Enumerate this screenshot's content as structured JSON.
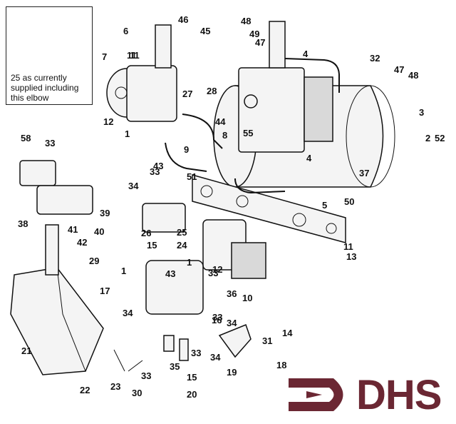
{
  "inset": {
    "note": "25 as currently supplied including this elbow"
  },
  "logo": {
    "text": "DHS",
    "color": "#6b2733"
  },
  "callouts": [
    "1",
    "1",
    "1",
    "2",
    "3",
    "4",
    "4",
    "5",
    "6",
    "7",
    "8",
    "9",
    "10",
    "11",
    "11",
    "11",
    "12",
    "12",
    "13",
    "14",
    "15",
    "15",
    "16",
    "17",
    "18",
    "19",
    "20",
    "21",
    "22",
    "23",
    "24",
    "25",
    "26",
    "27",
    "28",
    "29",
    "30",
    "31",
    "32",
    "33",
    "33",
    "33",
    "33",
    "33",
    "33",
    "34",
    "34",
    "34",
    "34",
    "35",
    "36",
    "37",
    "38",
    "39",
    "40",
    "41",
    "42",
    "43",
    "43",
    "44",
    "45",
    "46",
    "47",
    "47",
    "48",
    "48",
    "49",
    "50",
    "51",
    "52",
    "55",
    "58"
  ]
}
